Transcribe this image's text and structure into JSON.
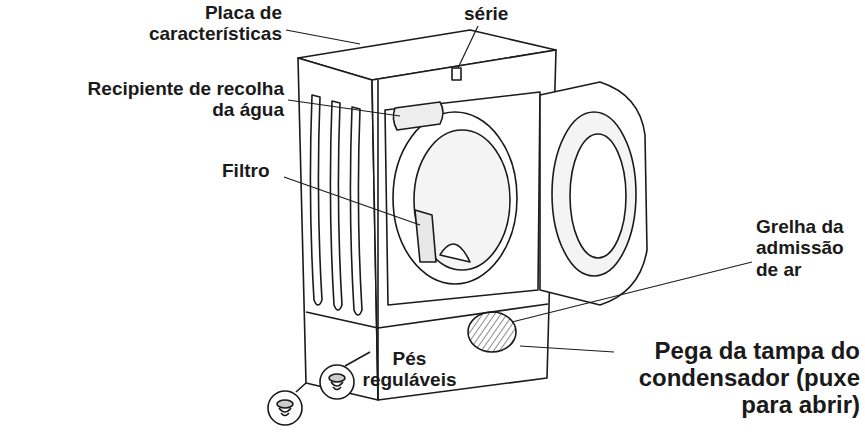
{
  "diagram": {
    "labels": [
      "Placa de características",
      "série",
      "Recipiente de recolha da água",
      "Filtro",
      "Grelha da admissão de ar",
      "Pés reguláveis",
      "Pega da tampa do condensador (puxe para abrir)"
    ]
  }
}
